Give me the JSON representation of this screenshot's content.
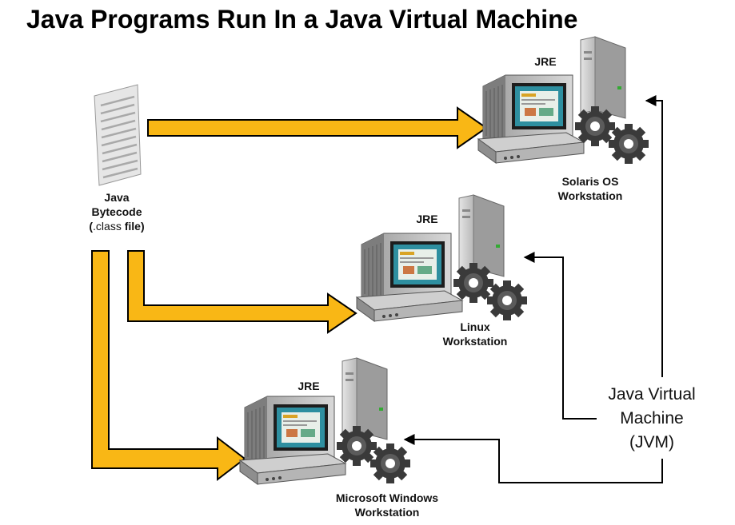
{
  "title": "Java Programs Run In a Java Virtual Machine",
  "bytecode": {
    "line1": "Java",
    "line2": "Bytecode",
    "line3_open": "(",
    "line3_class": ".class",
    "line3_file": " file)"
  },
  "jvm": {
    "line1": "Java Virtual",
    "line2": "Machine",
    "line3": "(JVM)"
  },
  "workstations": [
    {
      "jre": "JRE",
      "name_line1": "Solaris OS",
      "name_line2": "Workstation",
      "icon": "computer-with-gears"
    },
    {
      "jre": "JRE",
      "name_line1": "Linux",
      "name_line2": "Workstation",
      "icon": "computer-with-gears"
    },
    {
      "jre": "JRE",
      "name_line1": "Microsoft Windows",
      "name_line2": "Workstation",
      "icon": "computer-with-gears"
    }
  ],
  "colors": {
    "arrow_fill": "#F9B715",
    "arrow_stroke": "#000000",
    "monitor_screen": "#2e8fa0"
  }
}
